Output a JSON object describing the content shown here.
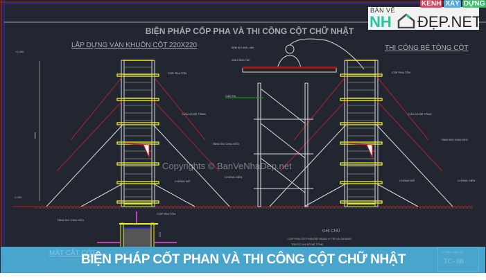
{
  "drawing": {
    "title": "BIỆN PHÁP CỐP PHA VÀ THI CÔNG CỘT CHỮ NHẬT",
    "left_subtitle": "LẮP DỰNG VÁN KHUÔN CỘT 220X220",
    "right_subtitle": "THI CÔNG BÊ TÔNG CỘT",
    "level_top": "+1,400",
    "level_bottom": "-1,250",
    "height_dim": "2900",
    "section_dim": "220",
    "labels": {
      "formwork": "CỐP PHA TÔN",
      "pour_door": "CỬA ĐỔ BÊ TÔNG",
      "turnbuckle": "TĂNG ĐƠ CHỊU KÉO",
      "support": "CHỐNG ĐỠ",
      "diagonal": "CHỐNG XIÊN",
      "vibrator": "ĐẦM DÙI U60 L=6M",
      "platform": "VÁN CÔNG TÁC",
      "scaffold": "GIÁO PAL"
    },
    "notes_title": "GHI CHÚ",
    "notes_line1": "- CỐP PHA CỘT PHẢI ĐẶT ĐÚNG VỊ TRÍ VÀ ỔN ĐỊNH",
    "notes_line2": "TRƯỚC KHI ĐỔ BÊ TÔNG",
    "section_title": "MẶT CẮT CỘT",
    "sheet_label": "KÝ HIỆU BẢN VẼ",
    "sheet_code": "TC- 06"
  },
  "logo": {
    "top": "BẢN VẼ",
    "nh": "NH",
    "dep": "ĐẸP.NET",
    "channel": [
      "KÊNH",
      "XÂY",
      "DỰNG"
    ]
  },
  "watermark": "Copyrights © BanVeNhaDep.net",
  "banner": {
    "title": "BIỆN PHÁP CỐT PHAN VÀ THI CÔNG CỘT CHỮ NHẬT"
  },
  "colors": {
    "background": "#212630",
    "formwork": "#f0f020",
    "tie": "#e01e1e",
    "banner": "#4aa5cd"
  }
}
